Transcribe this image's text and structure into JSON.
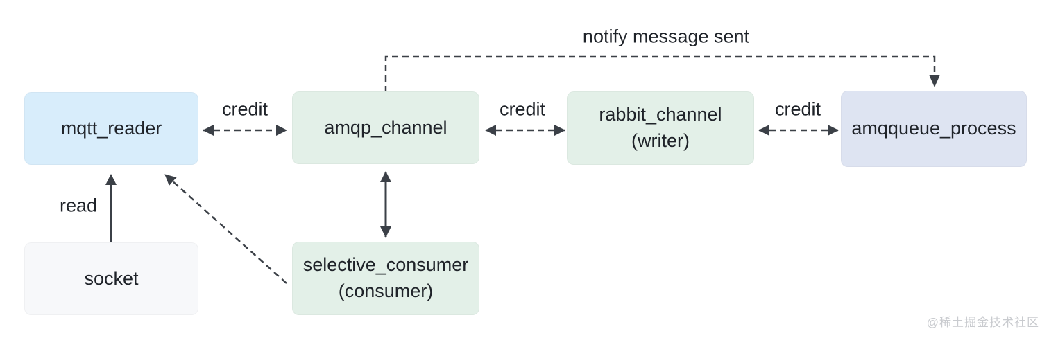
{
  "nodes": {
    "mqtt_reader": {
      "label": "mqtt_reader"
    },
    "amqp_channel": {
      "label": "amqp_channel"
    },
    "rabbit_channel": {
      "label": "rabbit_channel",
      "sublabel": "(writer)"
    },
    "amqqueue_process": {
      "label": "amqqueue_process"
    },
    "socket": {
      "label": "socket"
    },
    "selective_consumer": {
      "label": "selective_consumer",
      "sublabel": "(consumer)"
    }
  },
  "edges": {
    "credit_mqtt_amqp": {
      "label": "credit",
      "style": "dashed",
      "direction": "both",
      "from": "mqtt_reader",
      "to": "amqp_channel"
    },
    "credit_amqp_rabbit": {
      "label": "credit",
      "style": "dashed",
      "direction": "both",
      "from": "amqp_channel",
      "to": "rabbit_channel"
    },
    "credit_rabbit_amqqueue": {
      "label": "credit",
      "style": "dashed",
      "direction": "both",
      "from": "rabbit_channel",
      "to": "amqqueue_process"
    },
    "notify_message_sent": {
      "label": "notify message sent",
      "style": "dashed",
      "direction": "forward",
      "from": "amqp_channel",
      "to": "amqqueue_process"
    },
    "read": {
      "label": "read",
      "style": "solid",
      "direction": "forward",
      "from": "socket",
      "to": "mqtt_reader"
    },
    "amqp_selective": {
      "label": "",
      "style": "solid",
      "direction": "both",
      "from": "amqp_channel",
      "to": "selective_consumer"
    },
    "selective_to_mqtt": {
      "label": "",
      "style": "dashed",
      "direction": "forward",
      "from": "selective_consumer",
      "to": "mqtt_reader"
    }
  },
  "colors": {
    "node_blue": "#d8edfb",
    "node_green": "#e3f0e8",
    "node_lavender": "#dee4f2",
    "node_gray": "#f7f8fa",
    "arrow_color": "#3b4047",
    "text_color": "#1f2329",
    "watermark_color": "#c9cbcf"
  },
  "watermark": "@稀土掘金技术社区"
}
